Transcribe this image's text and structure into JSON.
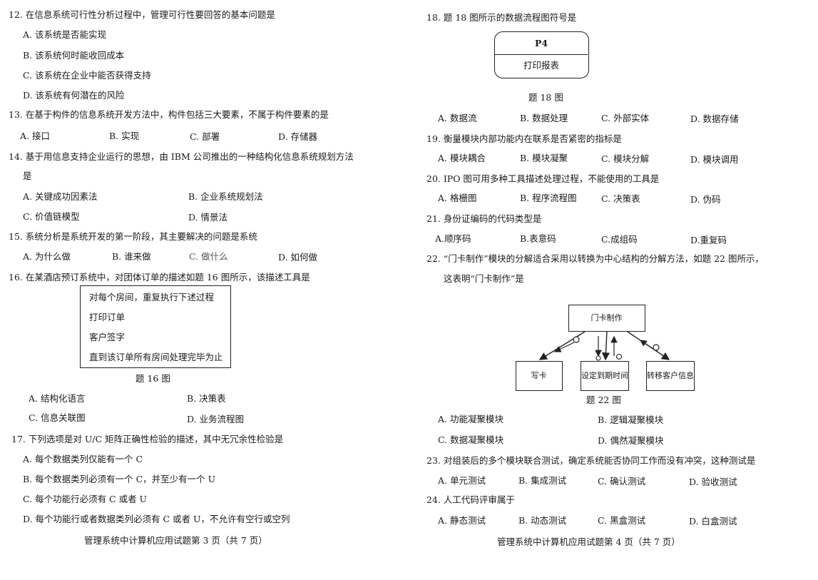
{
  "left": {
    "q12": {
      "stem": "12. 在信息系统可行性分析过程中，管理可行性要回答的基本问题是",
      "a": "A. 该系统是否能实现",
      "b": "B. 该系统何时能收回成本",
      "c": "C. 该系统在企业中能否获得支持",
      "d": "D. 该系统有何潜在的风险"
    },
    "q13": {
      "stem": "13. 在基于构件的信息系统开发方法中，构件包括三大要素，不属于构件要素的是",
      "a": "A. 接口",
      "b": "B. 实现",
      "c": "C. 部署",
      "d": "D. 存储器"
    },
    "q14": {
      "stem": "14. 基于用信息支持企业运行的思想，由 IBM 公司推出的一种结构化信息系统规划方法",
      "stem_cont": "是",
      "a": "A. 关键成功因素法",
      "b": "B. 企业系统规划法",
      "c": "C. 价值链模型",
      "d": "D. 情景法"
    },
    "q15": {
      "stem": "15. 系统分析是系统开发的第一阶段，其主要解决的问题是系统",
      "a": "A. 为什么做",
      "b": "B. 谁来做",
      "c": "C. 做什么",
      "d": "D. 如何做"
    },
    "q16": {
      "stem": "16. 在某酒店预订系统中，对团体订单的描述如题 16 图所示，该描述工具是",
      "figure_lines": [
        "对每个房间，重复执行下述过程",
        "打印订单",
        "客户签字",
        "直到该订单所有房间处理完毕为止"
      ],
      "caption": "题 16 图",
      "a": "A. 结构化语言",
      "b": "B. 决策表",
      "c": "C. 信息关联图",
      "d": "D. 业务流程图"
    },
    "q17": {
      "stem": "17. 下列选项是对 U/C 矩阵正确性检验的描述，其中无冗余性检验是",
      "a": "A. 每个数据类列仅能有一个 C",
      "b": "B. 每个数据类列必须有一个 C，并至少有一个 U",
      "c": "C. 每个功能行必须有 C 或者 U",
      "d": "D. 每个功能行或者数据类列必须有 C 或者 U，不允许有空行或空列"
    },
    "footer": "管理系统中计算机应用试题第 3 页（共 7 页）"
  },
  "right": {
    "q18": {
      "stem": "18. 题 18 图所示的数据流程图符号是",
      "fig_id": "P4",
      "fig_label": "打印报表",
      "caption": "题 18 图",
      "a": "A. 数据流",
      "b": "B. 数据处理",
      "c": "C. 外部实体",
      "d": "D. 数据存储"
    },
    "q19": {
      "stem": "19. 衡量模块内部功能内在联系是否紧密的指标是",
      "a": "A. 模块耦合",
      "b": "B. 模块凝聚",
      "c": "C. 模块分解",
      "d": "D. 模块调用"
    },
    "q20": {
      "stem": "20. IPO 图可用多种工具描述处理过程，不能使用的工具是",
      "a": "A. 格栅图",
      "b": "B. 程序流程图",
      "c": "C. 决策表",
      "d": "D. 伪码"
    },
    "q21": {
      "stem": "21. 身份证编码的代码类型是",
      "a": "A.顺序码",
      "b": "B.表意码",
      "c": "C.成组码",
      "d": "D.重复码"
    },
    "q22": {
      "stem": "22. “门卡制作”模块的分解适合采用以转换为中心结构的分解方法，如题 22 图所示，",
      "stem_cont": "这表明“门卡制作”是",
      "top_module": "门卡制作",
      "modules": [
        "写卡",
        "设定到期时间",
        "转移客户信息"
      ],
      "caption": "题 22 图",
      "a": "A. 功能凝聚模块",
      "b": "B. 逻辑凝聚模块",
      "c": "C. 数据凝聚模块",
      "d": "D. 偶然凝聚模块"
    },
    "q23": {
      "stem": "23. 对组装后的多个模块联合测试，确定系统能否协同工作而没有冲突，这种测试是",
      "a": "A. 单元测试",
      "b": "B. 集成测试",
      "c": "C. 确认测试",
      "d": "D. 验收测试"
    },
    "q24": {
      "stem": "24. 人工代码评审属于",
      "a": "A. 静态测试",
      "b": "B. 动态测试",
      "c": "C. 黑盒测试",
      "d": "D. 白盒测试"
    },
    "footer": "管理系统中计算机应用试题第 4 页（共 7 页）"
  }
}
